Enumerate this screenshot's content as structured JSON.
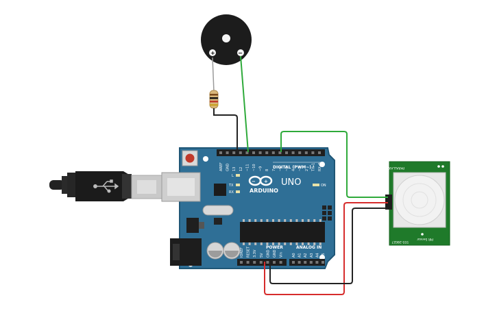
{
  "buzzer": {
    "plus_label": "+",
    "minus_label": "−"
  },
  "arduino": {
    "brand_label": "ARDUINO",
    "model_label": "UNO",
    "digital_header_label": "DIGITAL (PWM~)",
    "power_header_label": "POWER",
    "analog_header_label": "ANALOG IN",
    "led_l_label": "L",
    "led_tx_label": "TX",
    "led_rx_label": "RX",
    "led_on_label": "ON",
    "top_pin_labels": [
      "AREF",
      "GND",
      "13",
      "12",
      "~11",
      "~10",
      "~9",
      "8",
      "7",
      "~6",
      "~5",
      "4",
      "~3",
      "2",
      "TX▸1",
      "RX◂0"
    ],
    "power_pin_labels": [
      "IOREF",
      "RESET",
      "3.3V",
      "5V",
      "GND",
      "GND",
      "Vin"
    ],
    "analog_pin_labels": [
      "A0",
      "A1",
      "A2",
      "A3",
      "A4",
      "A5"
    ]
  },
  "pir_sensor": {
    "top_label": "PIR Sensor",
    "bottom_label": "555-28027",
    "side_label": "PARALLAX"
  },
  "colors": {
    "board": "#2f6f96",
    "board_edge": "#1f5676",
    "wire_green": "#2eaa3a",
    "wire_red": "#d62b2b",
    "wire_black": "#222222",
    "pir_board": "#1f7a2a",
    "buzzer": "#1c1c1c"
  },
  "icons": [
    "usb-symbol-icon",
    "arduino-infinity-logo-icon"
  ]
}
